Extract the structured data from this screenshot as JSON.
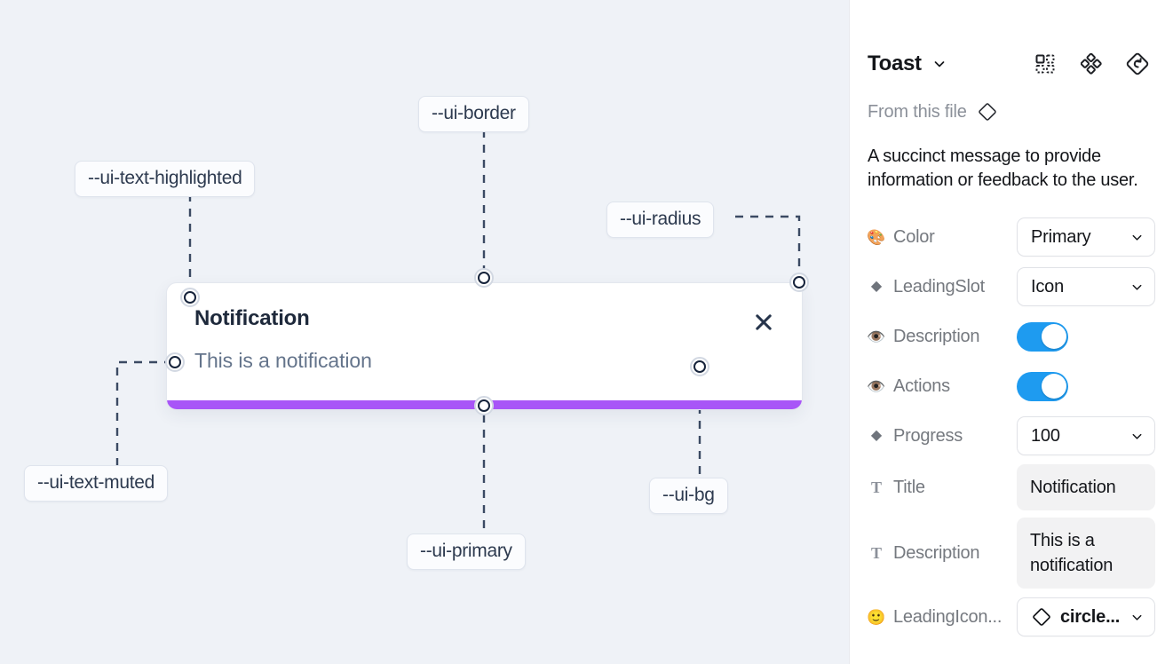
{
  "canvas": {
    "tokens": [
      {
        "id": "ui-text-highlighted",
        "label": "--ui-text-highlighted"
      },
      {
        "id": "ui-border",
        "label": "--ui-border"
      },
      {
        "id": "ui-radius",
        "label": "--ui-radius"
      },
      {
        "id": "ui-text-muted",
        "label": "--ui-text-muted"
      },
      {
        "id": "ui-primary",
        "label": "--ui-primary"
      },
      {
        "id": "ui-bg",
        "label": "--ui-bg"
      }
    ],
    "preview": {
      "title": "Notification",
      "description": "This is a notification",
      "close_icon": "close-icon",
      "progress_color": "#a855f7",
      "background": "#ffffff",
      "border_color": "#e3e7ee"
    },
    "background": "#eff2f7",
    "connector_color": "#16233b",
    "dash_color": "#3b4a63"
  },
  "panel": {
    "title": "Toast",
    "title_caret_icon": "chevron-down-icon",
    "header_icons": [
      {
        "name": "component-grid-icon"
      },
      {
        "name": "variants-cluster-icon"
      },
      {
        "name": "reset-diamond-icon"
      }
    ],
    "from_file": {
      "label": "From this file",
      "icon": "diamond-icon"
    },
    "description": "A succinct message to provide information or feedback to the user.",
    "properties": [
      {
        "name": "Color",
        "icon": "palette-icon",
        "icon_glyph": "🎨",
        "control": "select",
        "value": "Primary"
      },
      {
        "name": "LeadingSlot",
        "icon": "diamond-icon",
        "icon_glyph": "◆",
        "control": "select",
        "value": "Icon"
      },
      {
        "name": "Description",
        "icon": "eye-icon",
        "icon_glyph": "👁️",
        "control": "toggle",
        "value": "on"
      },
      {
        "name": "Actions",
        "icon": "eye-icon",
        "icon_glyph": "👁️",
        "control": "toggle",
        "value": "on"
      },
      {
        "name": "Progress",
        "icon": "diamond-icon",
        "icon_glyph": "◆",
        "control": "select",
        "value": "100"
      },
      {
        "name": "Title",
        "icon": "text-icon",
        "icon_glyph": "T",
        "control": "text",
        "value": "Notification"
      },
      {
        "name": "Description",
        "icon": "text-icon",
        "icon_glyph": "T",
        "control": "text",
        "value": "This is a notification"
      },
      {
        "name": "LeadingIcon...",
        "icon": "smiley-icon",
        "icon_glyph": "🙂",
        "control": "select-icon",
        "value": "circle..."
      }
    ],
    "accent_color": "#1e9bf0"
  }
}
